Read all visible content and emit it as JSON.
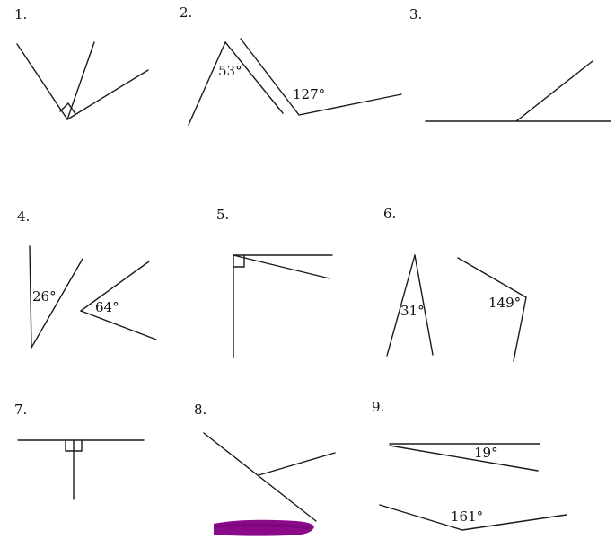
{
  "worksheet": {
    "problems": [
      {
        "number": "1.",
        "angle_label": ""
      },
      {
        "number": "2.",
        "angle_labels": [
          "53°",
          "127°"
        ]
      },
      {
        "number": "3.",
        "angle_label": ""
      },
      {
        "number": "4.",
        "angle_labels": [
          "26°",
          "64°"
        ]
      },
      {
        "number": "5.",
        "angle_label": ""
      },
      {
        "number": "6.",
        "angle_labels": [
          "31°",
          "149°"
        ]
      },
      {
        "number": "7.",
        "angle_label": ""
      },
      {
        "number": "8.",
        "angle_label": ""
      },
      {
        "number": "9.",
        "angle_labels": [
          "19°",
          "161°"
        ]
      }
    ],
    "colors": {
      "line": "#1a1a1a",
      "scribble": "#8a0a8a"
    }
  }
}
